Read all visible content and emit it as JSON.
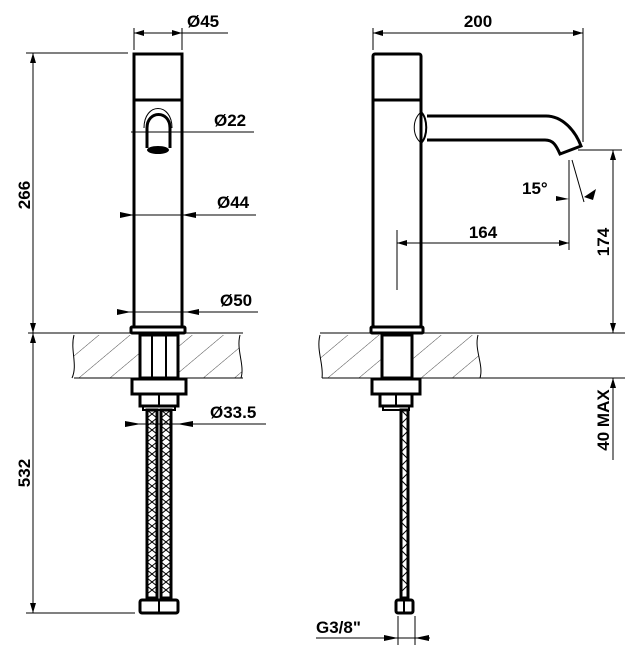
{
  "drawing": {
    "front_view": {
      "dimensions": {
        "top_diameter": "Ø45",
        "lever_diameter": "Ø22",
        "body_diameter": "Ø44",
        "base_diameter": "Ø50",
        "shank_diameter": "Ø33.5",
        "height_above_counter": "266",
        "length_below_counter": "532"
      }
    },
    "side_view": {
      "dimensions": {
        "total_projection": "200",
        "spout_reach": "164",
        "spout_angle": "15°",
        "spout_height": "174",
        "max_counter_thickness": "40 MAX",
        "connection_thread": "G3/8\""
      }
    }
  }
}
